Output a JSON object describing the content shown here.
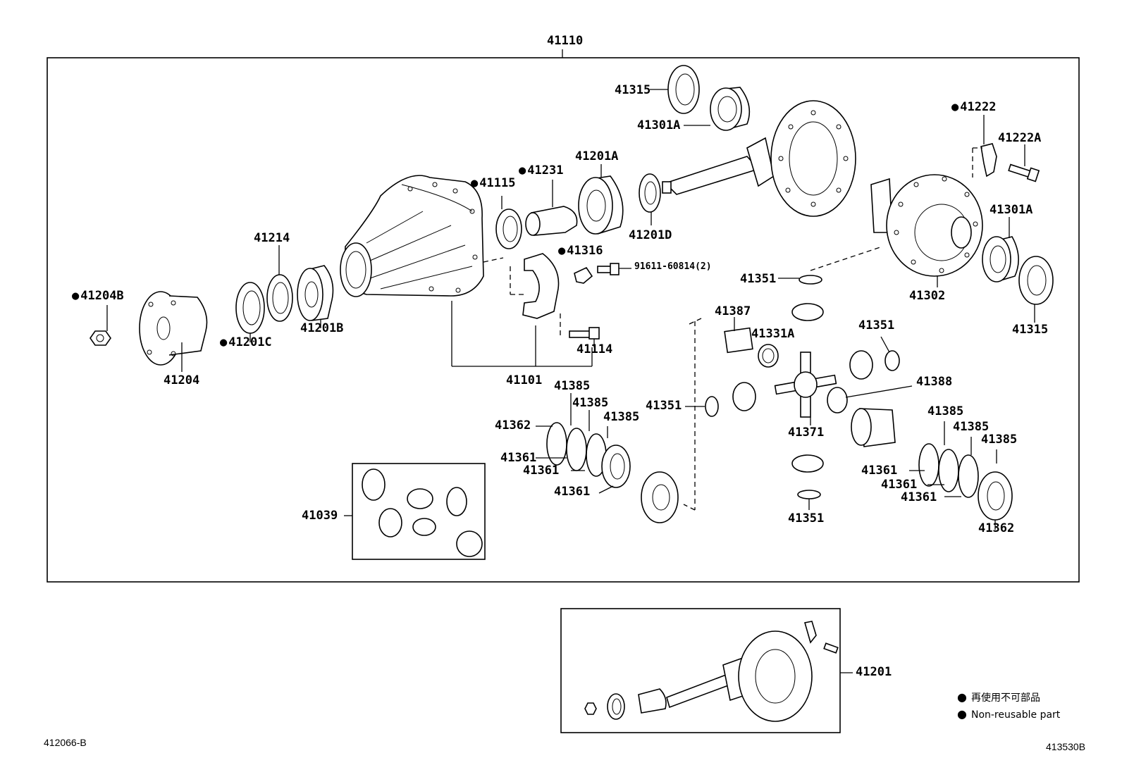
{
  "assembly": {
    "number": "41110"
  },
  "labels": {
    "p41315_top": "41315",
    "p41301a_top": "41301A",
    "p41222": "41222",
    "p41222a": "41222A",
    "p41231": "41231",
    "p41115": "41115",
    "p41201a": "41201A",
    "p41201d": "41201D",
    "p41316": "41316",
    "p91611": "91611-60814(2)",
    "p41214": "41214",
    "p41204b": "41204B",
    "p41201c": "41201C",
    "p41201b": "41201B",
    "p41204": "41204",
    "p41101": "41101",
    "p41114": "41114",
    "p41301a_right": "41301A",
    "p41302": "41302",
    "p41315_right": "41315",
    "p41351_a": "41351",
    "p41387": "41387",
    "p41331a": "41331A",
    "p41351_b": "41351",
    "p41388": "41388",
    "p41351_c": "41351",
    "p41371": "41371",
    "p41351_d": "41351",
    "p41385_l1": "41385",
    "p41385_l2": "41385",
    "p41385_l3": "41385",
    "p41362_l": "41362",
    "p41361_l1": "41361",
    "p41361_l2": "41361",
    "p41361_l3": "41361",
    "p41385_r1": "41385",
    "p41385_r2": "41385",
    "p41385_r3": "41385",
    "p41361_r1": "41361",
    "p41361_r2": "41361",
    "p41361_r3": "41361",
    "p41362_r": "41362",
    "p41039": "41039",
    "p41201": "41201"
  },
  "legend": {
    "bullet": "●",
    "japanese": "再使用不可部品",
    "english": "Non-reusable part"
  },
  "codes": {
    "left": "412066-B",
    "right": "413530B"
  }
}
